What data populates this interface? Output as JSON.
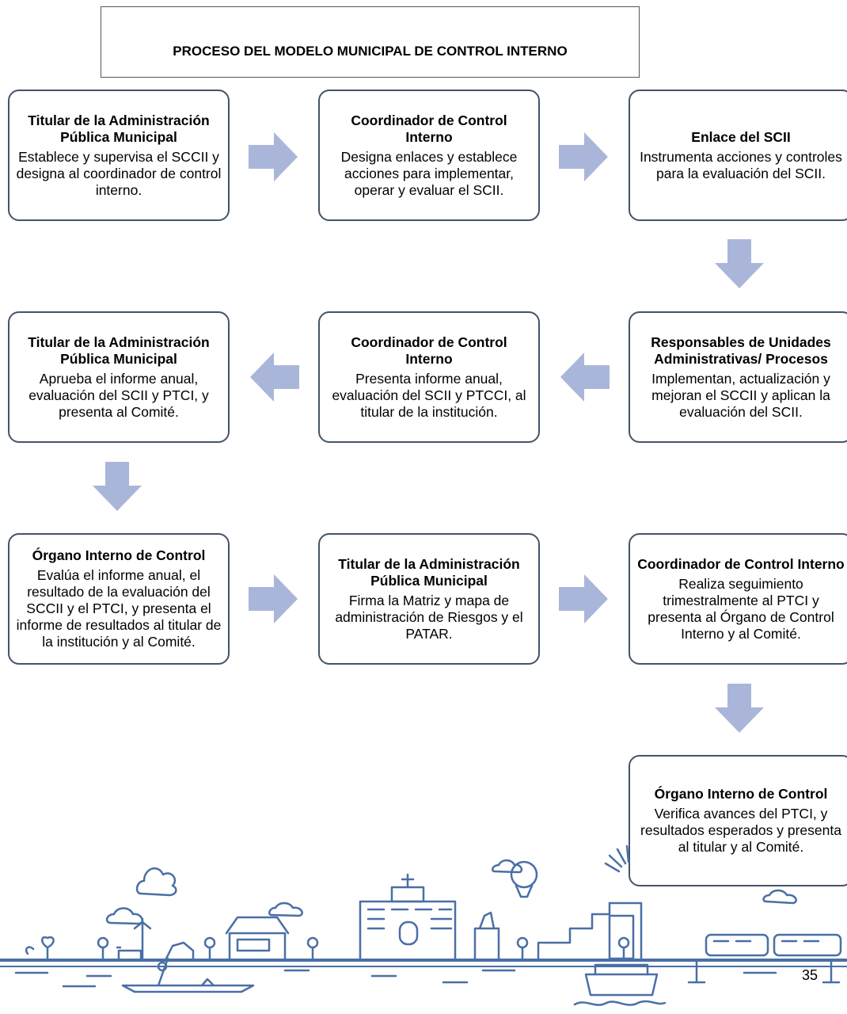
{
  "title": "PROCESO DEL MODELO MUNICIPAL DE CONTROL INTERNO",
  "page_number": "35",
  "arrow_color": "#aab6d9",
  "nodes": [
    {
      "heading": "Titular de la Administración Pública Municipal",
      "text": "Establece y supervisa el SCCII y designa al coordinador de control interno."
    },
    {
      "heading": "Coordinador de Control Interno",
      "text": "Designa enlaces y establece acciones para implementar, operar y evaluar el SCII."
    },
    {
      "heading": "Enlace del SCII",
      "text": "Instrumenta acciones y controles para la evaluación del SCII."
    },
    {
      "heading": "Responsables de Unidades Administrativas/ Procesos",
      "text": "Implementan, actualización y mejoran el SCCII y aplican la evaluación del SCII."
    },
    {
      "heading": "Coordinador de Control Interno",
      "text": "Presenta informe anual, evaluación del SCII y PTCCI, al titular de la institución."
    },
    {
      "heading": "Titular de la Administración Pública Municipal",
      "text": "Aprueba el informe anual, evaluación del SCII y PTCI, y presenta al Comité."
    },
    {
      "heading": "Órgano Interno de Control",
      "text": "Evalúa el informe anual, el resultado de la evaluación del SCCII y el PTCI, y presenta el informe de resultados al titular de la institución y al Comité."
    },
    {
      "heading": "Titular de la Administración Pública Municipal",
      "text": "Firma la Matriz y mapa de administración de Riesgos y el PATAR."
    },
    {
      "heading": "Coordinador de Control Interno",
      "text": "Realiza seguimiento trimestralmente al PTCI y presenta al Órgano de Control Interno y al Comité."
    },
    {
      "heading": "Órgano Interno de Control",
      "text": "Verifica avances del PTCI, y resultados esperados y presenta al titular y al Comité."
    }
  ]
}
